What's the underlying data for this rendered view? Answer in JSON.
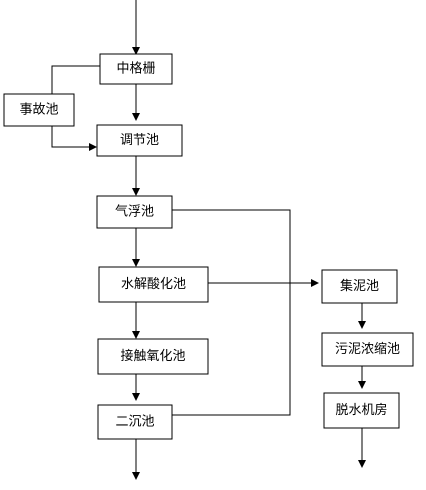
{
  "diagram": {
    "nodes": {
      "grille": {
        "label": "中格栅"
      },
      "accident_tank": {
        "label": "事故池"
      },
      "regulating_tank": {
        "label": "调节池"
      },
      "air_flotation": {
        "label": "气浮池"
      },
      "hydrolysis_acidification": {
        "label": "水解酸化池"
      },
      "contact_oxidation": {
        "label": "接触氧化池"
      },
      "secondary_sedimentation": {
        "label": "二沉池"
      },
      "sludge_collection": {
        "label": "集泥池"
      },
      "sludge_thickening": {
        "label": "污泥浓缩池"
      },
      "dewatering_room": {
        "label": "脱水机房"
      }
    },
    "colors": {
      "line": "#000000",
      "box_fill": "#ffffff",
      "text": "#000000"
    }
  }
}
